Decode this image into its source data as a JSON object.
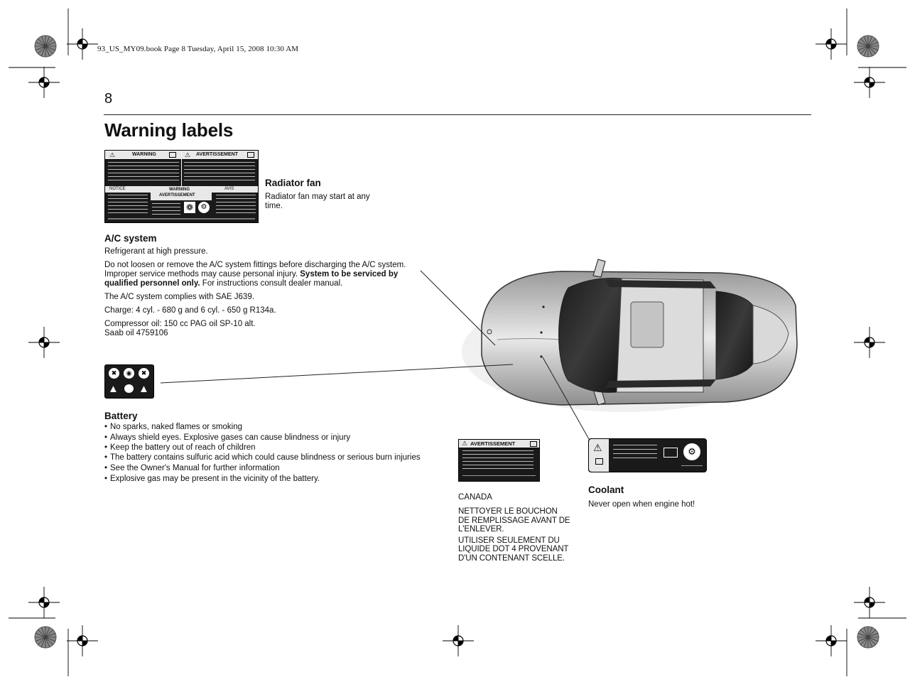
{
  "header": {
    "book_line": "93_US_MY09.book  Page 8  Tuesday, April 15, 2008  10:30 AM"
  },
  "page": {
    "number": "8",
    "title": "Warning labels"
  },
  "radiator_fan": {
    "title": "Radiator fan",
    "text": "Radiator fan may start at any time."
  },
  "radiator_label": {
    "warning_en": "WARNING",
    "warning_fr": "AVERTISSEMENT",
    "notice": "NOTICE",
    "avis": "AVIS"
  },
  "ac_system": {
    "title": "A/C system",
    "p1": "Refrigerant at high pressure.",
    "p2_pre": "Do not loosen or remove the A/C system fittings before discharging the A/C system. Improper service methods may cause personal injury. ",
    "p2_bold": "System to be serviced by qualified personnel only.",
    "p2_post": " For instructions consult dealer manual.",
    "p3": "The A/C system complies with SAE J639.",
    "p4": "Charge: 4 cyl. - 680 g and 6 cyl. - 650 g R134a.",
    "p5a": "Compressor oil: 150 cc PAG oil SP-10 alt.",
    "p5b": "Saab oil 4759106"
  },
  "battery": {
    "title": "Battery",
    "items": [
      "No sparks, naked flames or smoking",
      "Always shield eyes. Explosive gases can cause blindness or injury",
      "Keep the battery out of reach of children",
      "The battery contains sulfuric acid which could cause blindness or serious burn injuries",
      "See the Owner's Manual for further information",
      "Explosive gas may be present in the vicinity of the battery."
    ]
  },
  "canada": {
    "label_heading": "AVERTISSEMENT",
    "title": "CANADA",
    "p1": "NETTOYER LE BOUCHON DE REMPLISSAGE AVANT DE L'ENLEVER.",
    "p2": "UTILISER SEULEMENT DU LIQUIDE DOT 4 PROVENANT D'UN CONTENANT SCELLE."
  },
  "coolant": {
    "title": "Coolant",
    "text": "Never open when engine hot!"
  },
  "icons": [
    "crop-mark-icon",
    "registration-wheel-icon",
    "warning-triangle-icon",
    "book-icon",
    "fan-icon",
    "no-flame-icon",
    "eye-protection-icon",
    "child-icon",
    "acid-icon",
    "explosion-icon",
    "radiator-cap-icon"
  ]
}
